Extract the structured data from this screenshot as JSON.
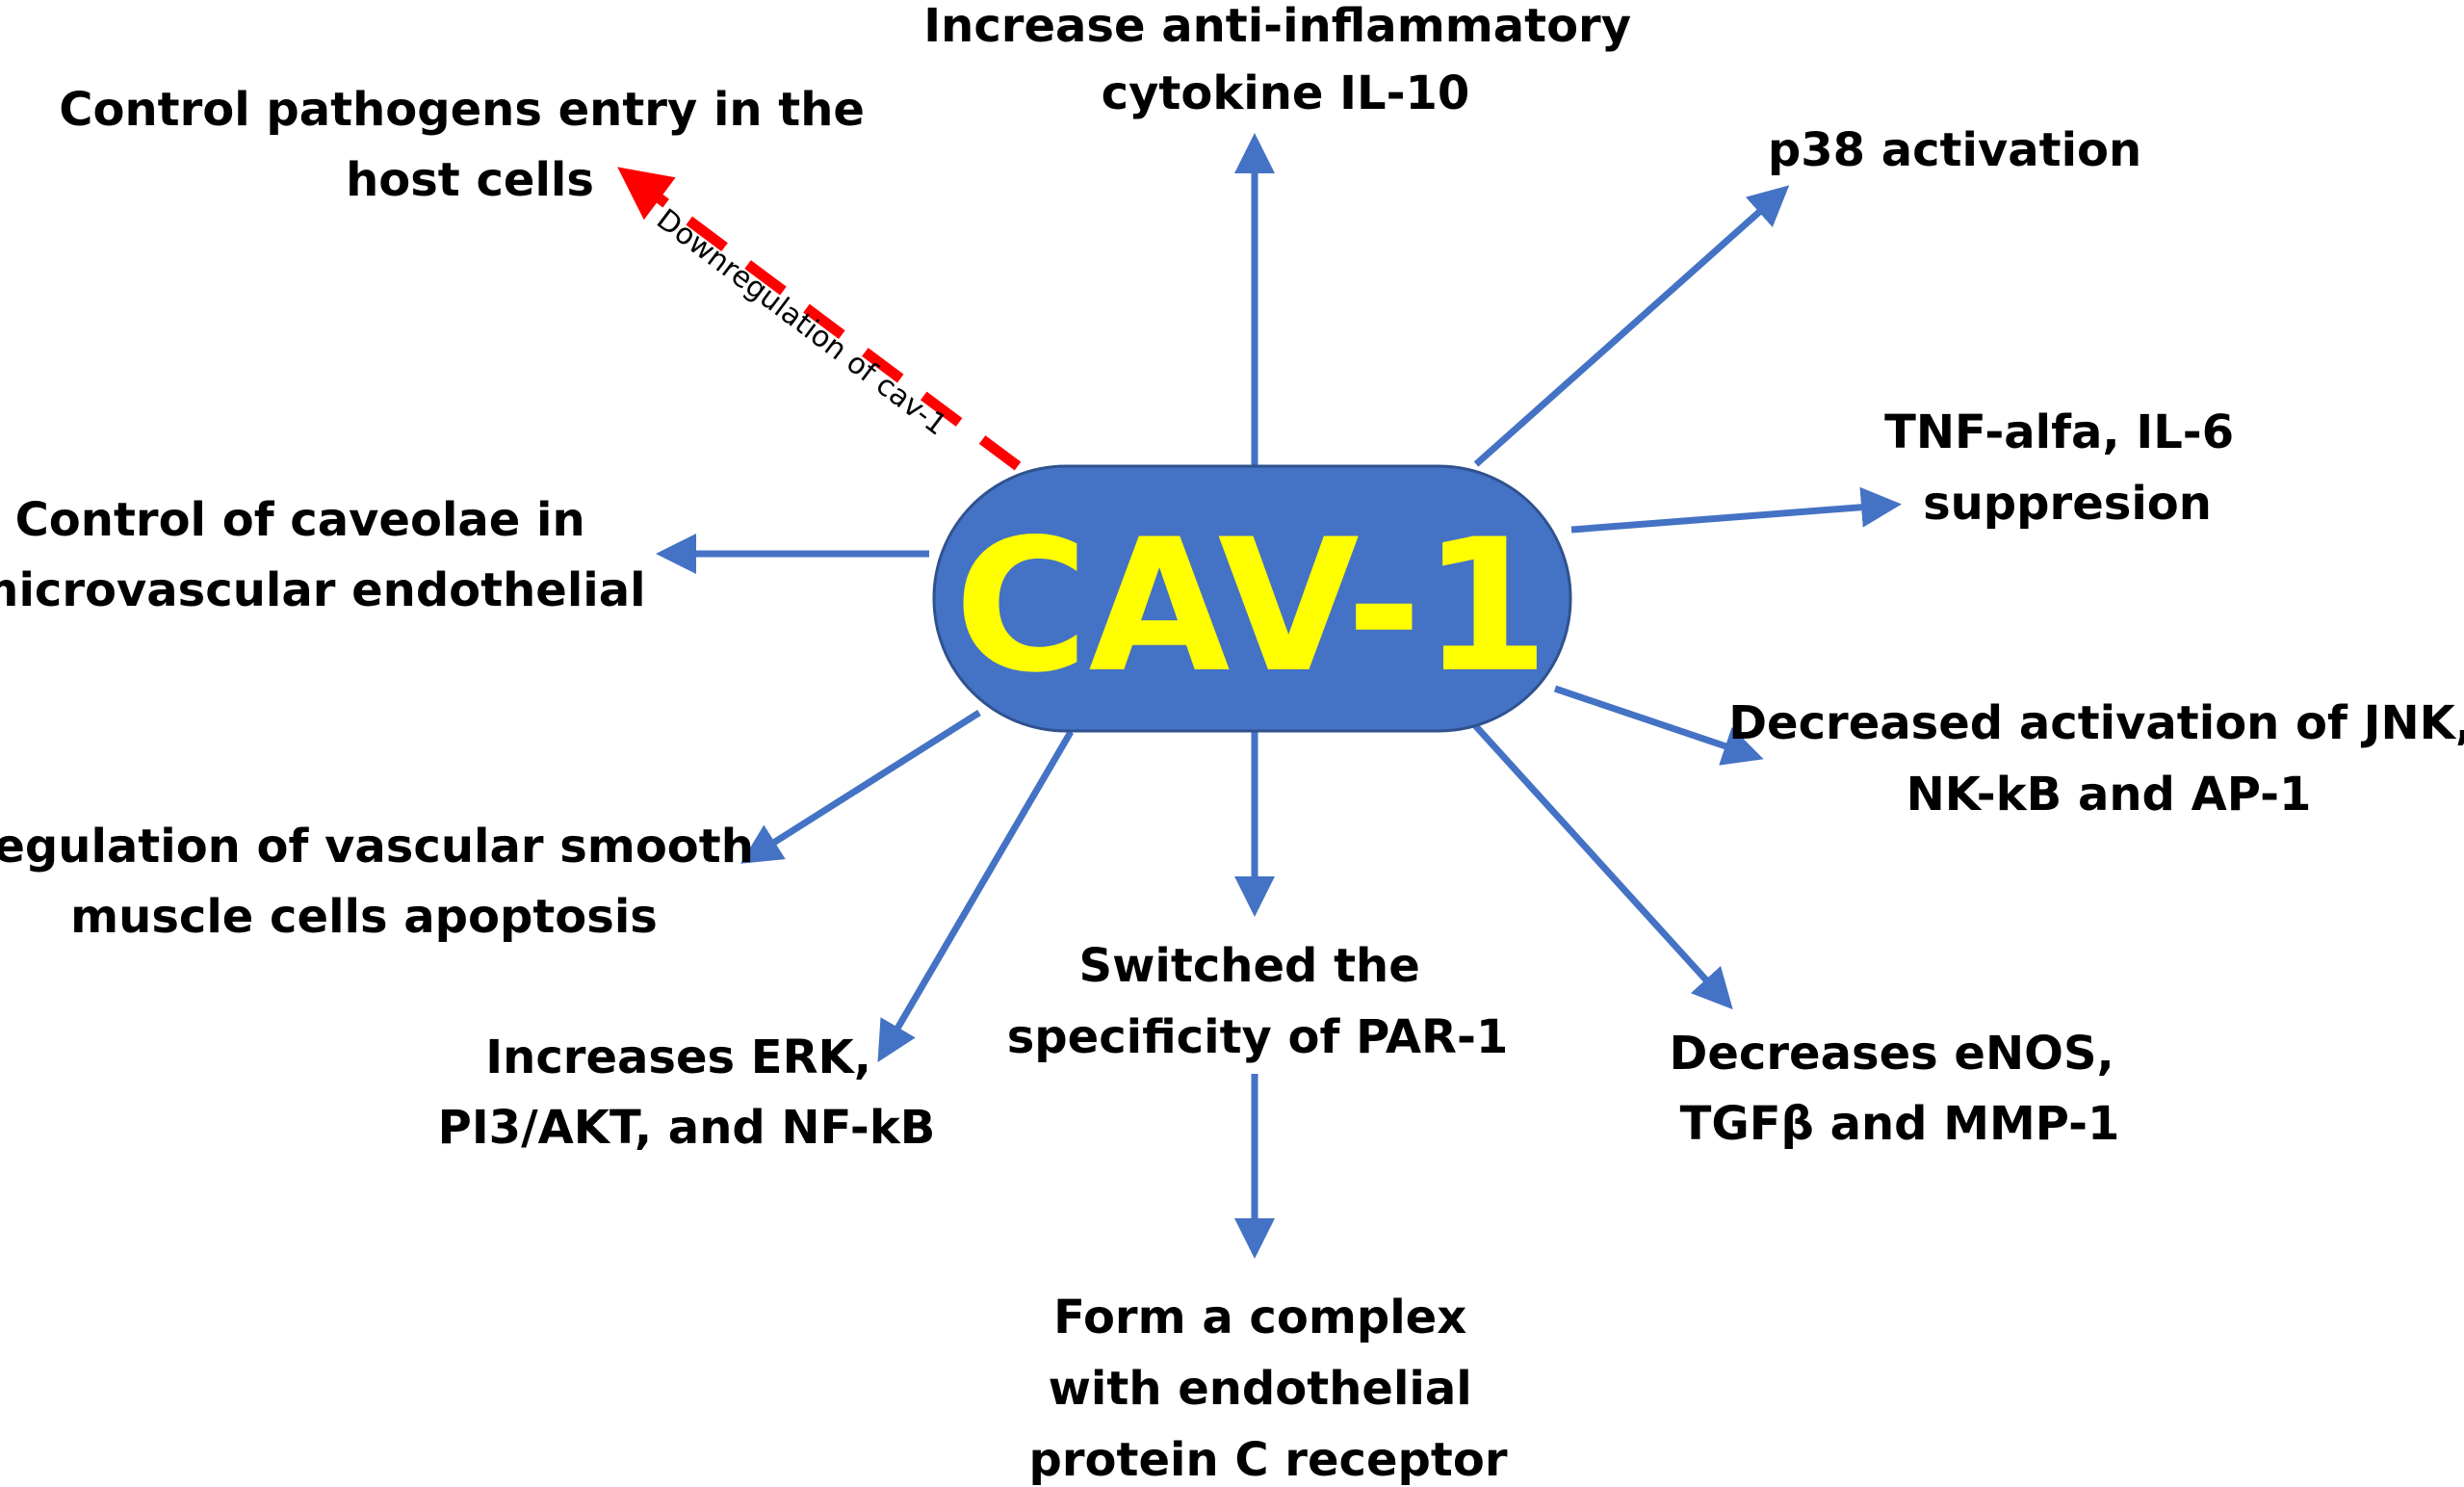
{
  "center": {
    "label": "CAV-1",
    "fill_color": "#4472c4",
    "border_color": "#2f528f",
    "text_color": "#ffff00"
  },
  "arrow_color": "#4472c4",
  "downregulation": {
    "label": "Downregulation of cav-1",
    "color": "#ff0000"
  },
  "effects": {
    "il10": {
      "line1": "Increase anti-inflammatory",
      "line2": "cytokine IL-10"
    },
    "pathogens": {
      "line1": "Control pathogens entry in the",
      "line2": "host cells"
    },
    "p38": {
      "line1": "p38 activation"
    },
    "tnf": {
      "line1": "TNF-alfa, IL-6",
      "line2": "suppresion"
    },
    "caveolae": {
      "line1": "Control of caveolae in",
      "line2": "microvascular endothelial"
    },
    "jnk": {
      "line1": "Decreased activation of JNK,",
      "line2": "NK-kB and AP-1"
    },
    "vsmc": {
      "line1": "Regulation of vascular smooth",
      "line2": "muscle cells apoptosis"
    },
    "erk": {
      "line1": "Increases ERK,",
      "line2": "PI3/AKT, and NF-kB"
    },
    "par1": {
      "line1": "Switched the",
      "line2": "specificity of PAR-1"
    },
    "enos": {
      "line1": "Decreases eNOS,",
      "line2": "TGFβ and MMP-1"
    },
    "epcr": {
      "line1": "Form a complex",
      "line2": "with endothelial",
      "line3": "protein C receptor"
    }
  }
}
